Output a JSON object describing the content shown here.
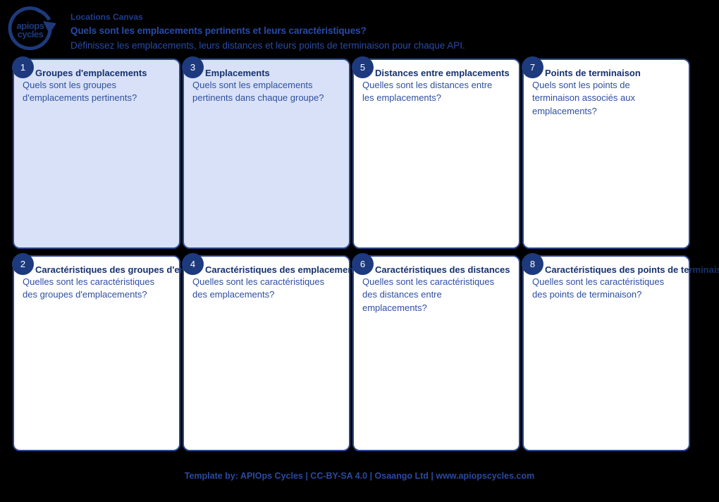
{
  "header": {
    "logo": {
      "word1": "apiops",
      "word2": "cycles"
    },
    "title": "Locations Canvas",
    "question": "Quels sont les emplacements pertinents et leurs caractéristiques?",
    "instruction": "Définissez les emplacements, leurs distances et leurs points de terminaison pour chaque API."
  },
  "boxes": [
    {
      "number": "1",
      "title": "Groupes d'emplacements",
      "body": "Quels sont les groupes d'emplacements pertinents?",
      "highlighted": true
    },
    {
      "number": "3",
      "title": "Emplacements",
      "body": "Quels sont les emplacements pertinents dans chaque groupe?",
      "highlighted": true
    },
    {
      "number": "5",
      "title": "Distances entre emplacements",
      "body": "Quelles sont les distances entre les emplacements?",
      "highlighted": false
    },
    {
      "number": "7",
      "title": "Points de terminaison",
      "body": "Quels sont les points de terminaison associés aux emplacements?",
      "highlighted": false
    },
    {
      "number": "2",
      "title": "Caractéristiques des groupes d'emplacements",
      "body": "Quelles sont les caractéristiques des groupes d'emplacements?",
      "highlighted": false
    },
    {
      "number": "4",
      "title": "Caractéristiques des emplacements",
      "body": "Quelles sont les caractéristiques des emplacements?",
      "highlighted": false
    },
    {
      "number": "6",
      "title": "Caractéristiques des distances",
      "body": "Quelles sont les caractéristiques des distances entre emplacements?",
      "highlighted": false
    },
    {
      "number": "8",
      "title": "Caractéristiques des points de terminaison",
      "body": "Quelles sont les caractéristiques des points de terminaison?",
      "highlighted": false
    }
  ],
  "footer": {
    "text": "Template by: APIOps Cycles | CC-BY-SA 4.0 | Osaango Ltd | www.apiopscycles.com"
  },
  "colors": {
    "background": "#000000",
    "navy": "#1e3a7c",
    "border_blue": "#2a4890",
    "panel_light_blue": "#d8e1f7",
    "panel_white": "#ffffff",
    "title_navy": "#16316e",
    "body_blue": "#2e4f9f",
    "header_blue": "#2a4aa5"
  }
}
